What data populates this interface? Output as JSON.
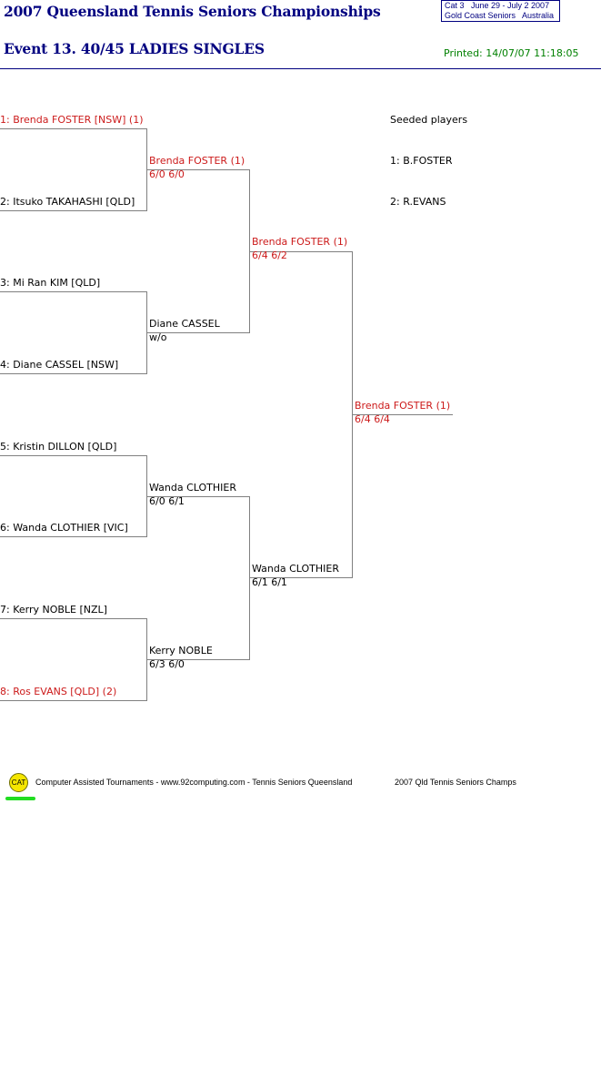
{
  "header": {
    "title": "2007 Queensland Tennis Seniors Championships",
    "event": "Event 13. 40/45 LADIES SINGLES",
    "info_line1": "Cat 3   June 29 - July 2 2007",
    "info_line2": "Gold Coast Seniors   Australia",
    "printed": "Printed: 14/07/07 11:18:05"
  },
  "seeded": {
    "heading": "Seeded players",
    "players": [
      "1: B.FOSTER",
      "2: R.EVANS"
    ]
  },
  "draw": {
    "round1": [
      {
        "label": "1: Brenda FOSTER [NSW] (1)",
        "seeded": true
      },
      {
        "label": "2: Itsuko TAKAHASHI [QLD]",
        "seeded": false
      },
      {
        "label": "3: Mi Ran KIM [QLD]",
        "seeded": false
      },
      {
        "label": "4: Diane CASSEL [NSW]",
        "seeded": false
      },
      {
        "label": "5: Kristin DILLON [QLD]",
        "seeded": false
      },
      {
        "label": "6: Wanda CLOTHIER [VIC]",
        "seeded": false
      },
      {
        "label": "7: Kerry NOBLE [NZL]",
        "seeded": false
      },
      {
        "label": "8: Ros EVANS [QLD] (2)",
        "seeded": true
      }
    ],
    "round2": [
      {
        "name": "Brenda FOSTER (1)",
        "score": "6/0 6/0",
        "seeded": true
      },
      {
        "name": "Diane CASSEL",
        "score": "w/o",
        "seeded": false
      },
      {
        "name": "Wanda CLOTHIER",
        "score": "6/0 6/1",
        "seeded": false
      },
      {
        "name": "Kerry NOBLE",
        "score": "6/3 6/0",
        "seeded": false
      }
    ],
    "semifinals": [
      {
        "name": "Brenda FOSTER (1)",
        "score": "6/4 6/2",
        "seeded": true
      },
      {
        "name": "Wanda CLOTHIER",
        "score": "6/1 6/1",
        "seeded": false
      }
    ],
    "winner": {
      "name": "Brenda FOSTER (1)",
      "score": "6/4 6/4",
      "seeded": true
    }
  },
  "footer": {
    "logo_text": "CAT",
    "credit": "Computer Assisted Tournaments - www.92computing.com -  Tennis Seniors Queensland",
    "event_name": "2007 Qld Tennis Seniors Champs"
  },
  "colors": {
    "title": "#000080",
    "seeded_text": "#cc1a1a",
    "printed": "#008000",
    "bracket_line": "#808080"
  }
}
